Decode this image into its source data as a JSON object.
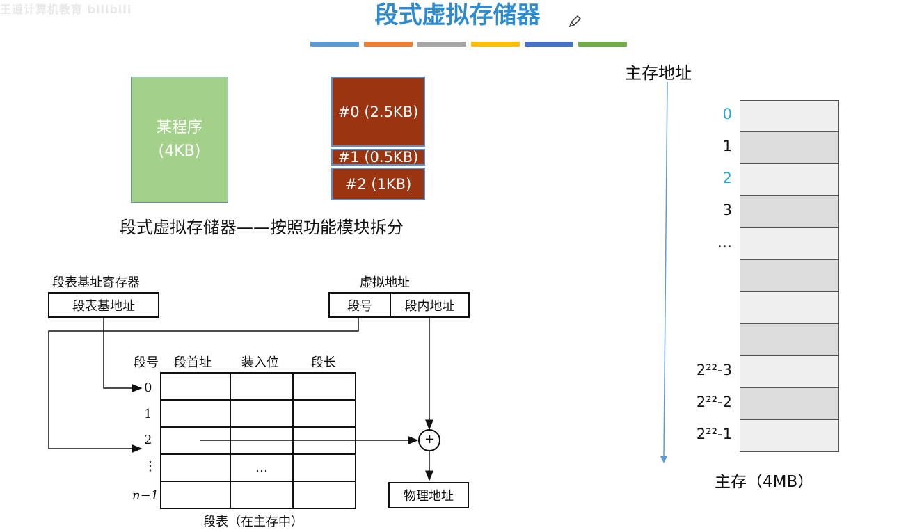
{
  "header": {
    "watermark": "王道计算机教育 bilibili",
    "title": "段式虚拟存储器",
    "accent_color": "#2e8bd0",
    "color_bars": [
      "#5b9bd5",
      "#ed7d31",
      "#a5a5a5",
      "#ffc000",
      "#4472c4",
      "#70ad47"
    ]
  },
  "program": {
    "name": "某程序",
    "size": "(4KB)",
    "segments": [
      "#0 (2.5KB)",
      "#1 (0.5KB)",
      "#2 (1KB)"
    ],
    "caption": "段式虚拟存储器——按照功能模块拆分"
  },
  "translation": {
    "base_register_title": "段表基址寄存器",
    "base_register_field": "段表基地址",
    "virtual_address_title": "虚拟地址",
    "va_segment_field": "段号",
    "va_offset_field": "段内地址",
    "table_headers": [
      "段号",
      "段首址",
      "装入位",
      "段长"
    ],
    "row_labels": [
      "0",
      "1",
      "2",
      "⋮",
      "n−1"
    ],
    "ellipsis": "…",
    "adder": "+",
    "physical_address": "物理地址",
    "table_caption": "段表（在主存中）"
  },
  "memory": {
    "axis_title": "主存地址",
    "addresses": [
      "0",
      "1",
      "2",
      "3",
      "…",
      "",
      "",
      "",
      "2²²-3",
      "2²²-2",
      "2²²-1"
    ],
    "highlight_color": "#2aa6e0",
    "caption": "主存（4MB）"
  }
}
